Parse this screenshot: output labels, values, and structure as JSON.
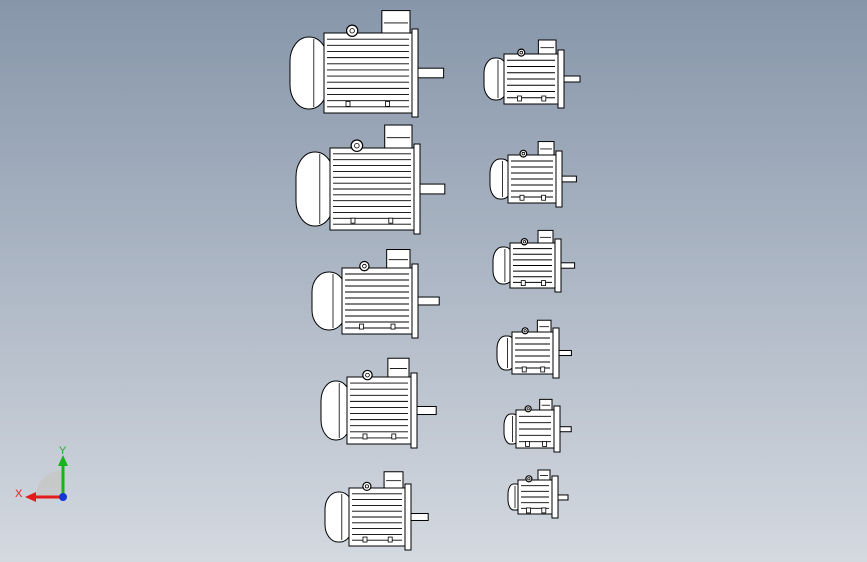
{
  "viewport": {
    "background_top": "#8796aa",
    "background_bottom": "#d4d9e0"
  },
  "model": {
    "line_color": "#000000",
    "body_fill": "#ffffff",
    "motor_count": 11
  },
  "triad": {
    "x_label": "X",
    "y_label": "Y",
    "x_color": "#e31b1b",
    "y_color": "#17b21c",
    "z_color": "#1537d6",
    "plane_color": "#c7c7c7"
  }
}
